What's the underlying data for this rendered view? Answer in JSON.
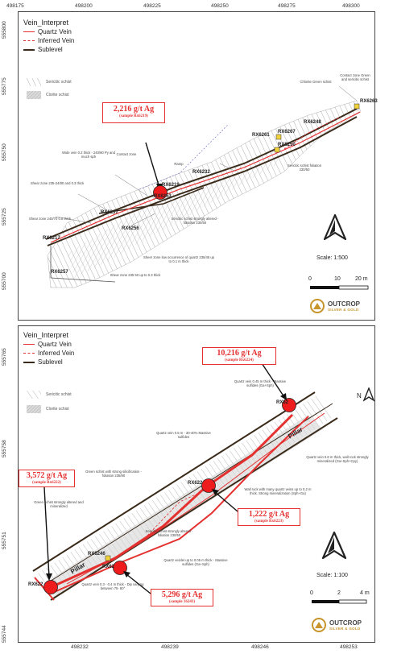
{
  "top_map": {
    "x_coords": [
      "498175",
      "498200",
      "498225",
      "498250",
      "498275",
      "498300"
    ],
    "y_coords": [
      "555800",
      "555775",
      "555750",
      "555725",
      "555700"
    ],
    "legend": {
      "title": "Vein_Interpret",
      "items": [
        {
          "label": "Quartz Vein",
          "color": "#e53030",
          "style": "solid"
        },
        {
          "label": "Inferred Vein",
          "color": "#e53030",
          "style": "dashed"
        },
        {
          "label": "Sublevel",
          "color": "#3a2a1a",
          "style": "solid"
        }
      ],
      "schists": [
        "Sericitic schist",
        "Clorite schist"
      ]
    },
    "callout": {
      "grade": "2,216 g/t Ag",
      "sample": "(sample Rx6219)"
    },
    "samples": [
      "RX6219",
      "RX6232",
      "RX6253",
      "RX6237",
      "RX6256",
      "RX6217",
      "RX6257",
      "RX6261",
      "RX6267",
      "RX6250",
      "RX6263",
      "RX6248"
    ],
    "notes": [
      "Wide vein 0.2 thick - 240/80 Py and much sph",
      "Contact zone",
      "Ramp",
      "Shear zone 235-24/80 and 0.3 thick",
      "Shear zone 240/70 0.5 thick",
      "Shear zone 235 50 up to 0.3 thick",
      "Sericitic schist strongly altered - foliation 230/50",
      "Sheer zone low occurrence of quartz 235/45 up to 0.1 m thick",
      "Sericitic schist foliation 230/50",
      "Chlorite Green schist",
      "Contact zone Green and sericitic schist"
    ],
    "scale_label": "Scale: 1:500",
    "scale_ticks": [
      "0",
      "10",
      "20 m"
    ]
  },
  "bottom_map": {
    "x_coords": [
      "498232",
      "498239",
      "498246",
      "498253"
    ],
    "y_coords": [
      "555765",
      "555758",
      "555751",
      "555744"
    ],
    "legend": {
      "title": "Vein_Interpret",
      "items": [
        {
          "label": "Quartz Vein",
          "color": "#e53030",
          "style": "solid"
        },
        {
          "label": "Inferred Vein",
          "color": "#e53030",
          "style": "dashed"
        },
        {
          "label": "Sublevel",
          "color": "#3a2a1a",
          "style": "solid"
        }
      ],
      "schists": [
        "Sericitic schist",
        "Clorite schist"
      ]
    },
    "callouts": [
      {
        "grade": "10,216 g/t Ag",
        "sample": "(sample Rx6224)"
      },
      {
        "grade": "3,572 g/t Ag",
        "sample": "(sample Rx6222)"
      },
      {
        "grade": "1,222 g/t Ag",
        "sample": "(sample Rx6223)"
      },
      {
        "grade": "5,296 g/t Ag",
        "sample": "(sample 16243)"
      }
    ],
    "samples": [
      "RX62",
      "RX622",
      "RX6246",
      "RX62",
      "RX622"
    ],
    "notes": [
      "Quartz vein 0.45 m thick - Massive sulfides (Ga+Sph)",
      "Quartz vein 0.5 m - 30-40% Massive sulfides",
      "Green schist with strong silicification - foliation 235/80",
      "Green schist strongly altered and mineralized",
      "Quartz vein 0.8 m thick, wall rock strongly mineralized (Ga+Sph+Cpy)",
      "Wall rock with many quartz veins up to 0.2 m thick. Strong mineralization (Sph+Ga)",
      "Sericitic schist strongly altered - foliation 230/50",
      "Quartz veinlet up to 0.05 m thick - Massive sulfides (Ga+Sph)",
      "Quartz vein 0.3 - 0.4 m thick - Dip varying between 75- 80°"
    ],
    "pillar": "Pillar",
    "north": "N",
    "scale_label": "Scale: 1:100",
    "scale_ticks": [
      "0",
      "2",
      "4 m"
    ]
  },
  "logo": {
    "name": "OUTCROP",
    "sub": "SILVER & GOLD"
  },
  "colors": {
    "vein": "#e53030",
    "sublevel": "#3a2a1a",
    "marker": "#ee1c1c",
    "gold": "#c7952b"
  }
}
